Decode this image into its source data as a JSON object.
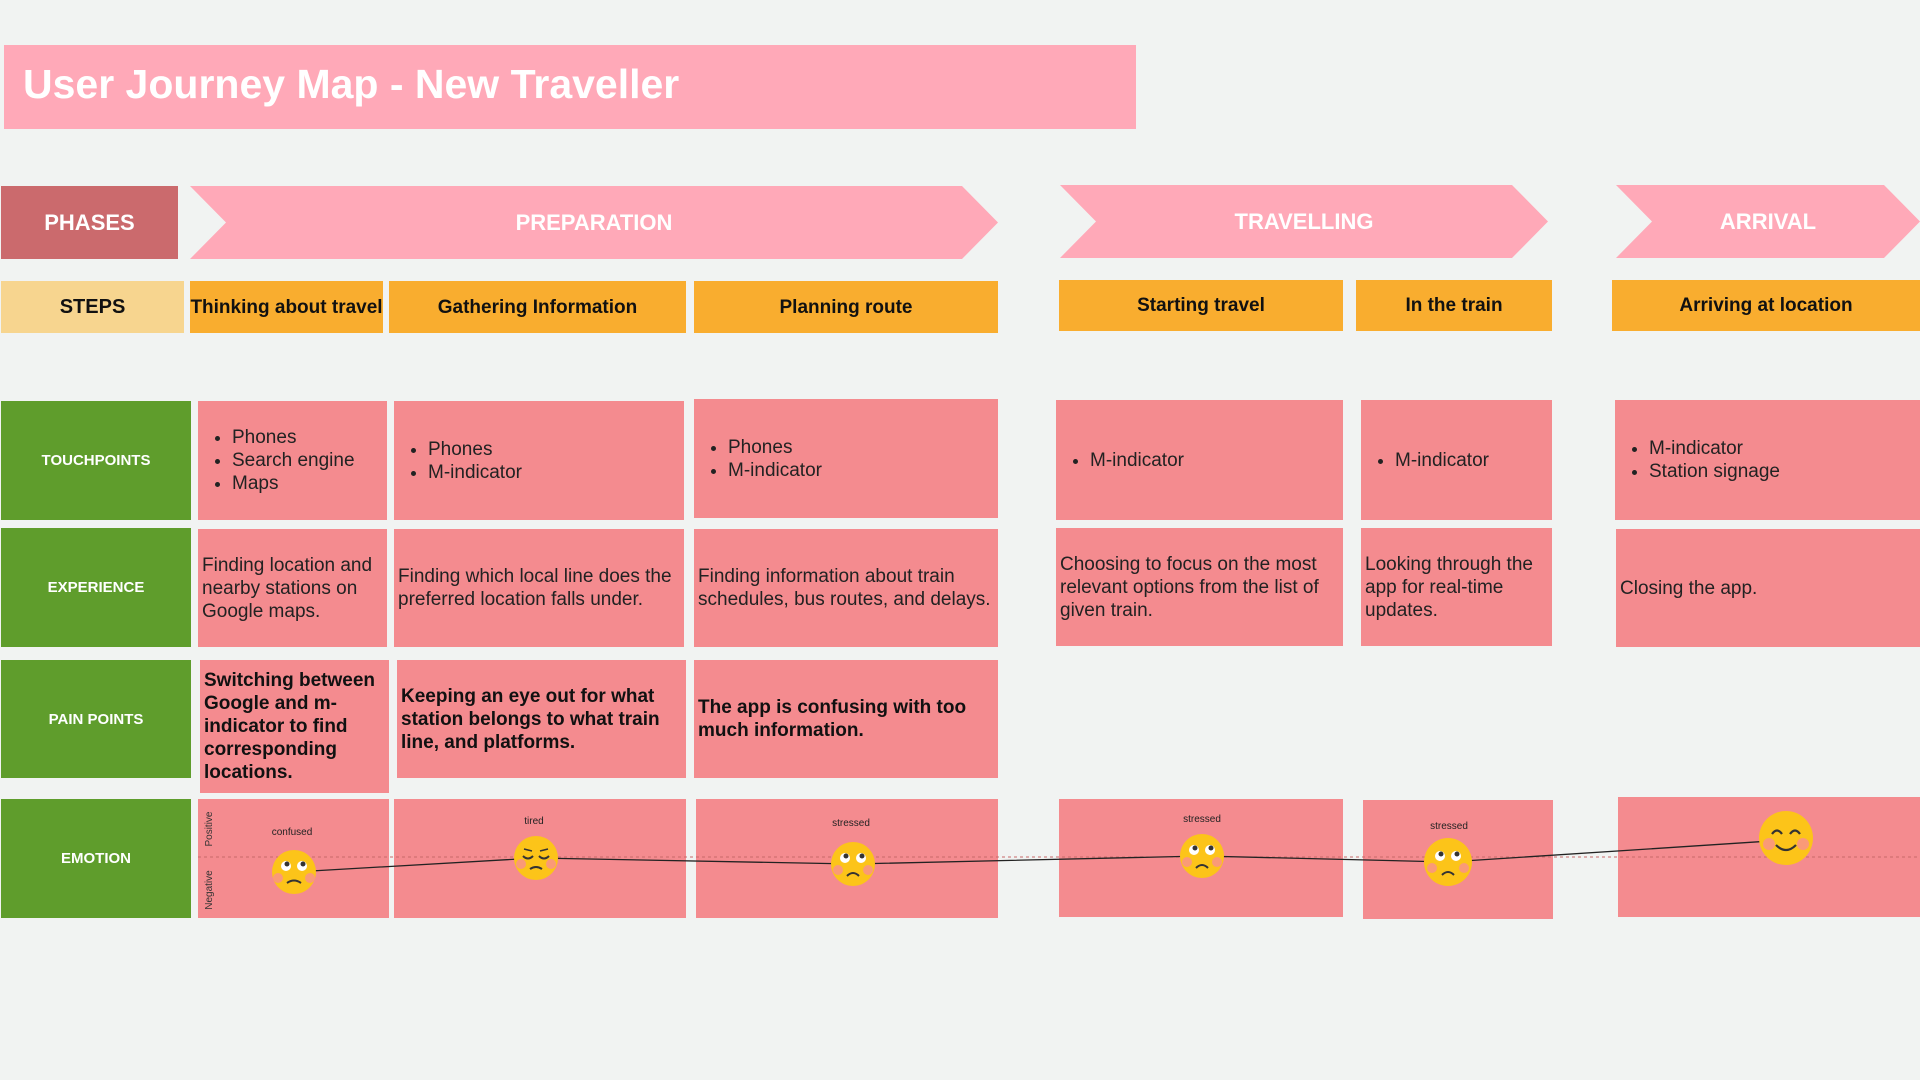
{
  "title": "User Journey Map - New Traveller",
  "labels": {
    "phases": "PHASES",
    "steps": "STEPS",
    "touchpoints": "TOUCHPOINTS",
    "experience": "EXPERIENCE",
    "pain_points": "PAIN POINTS",
    "emotion": "EMOTION",
    "positive": "Positive",
    "negative": "Negative"
  },
  "phases": [
    {
      "name": "PREPARATION"
    },
    {
      "name": "TRAVELLING"
    },
    {
      "name": "ARRIVAL"
    }
  ],
  "steps": [
    {
      "name": "Thinking about travel",
      "touchpoints": [
        "Phones",
        "Search engine",
        "Maps"
      ],
      "experience": "Finding location and nearby stations on Google maps.",
      "pain": "Switching between Google and m-indicator to find corresponding locations.",
      "emotion": "confused"
    },
    {
      "name": "Gathering Information",
      "touchpoints": [
        "Phones",
        "M-indicator"
      ],
      "experience": "Finding which local line does the preferred location falls under.",
      "pain": "Keeping an eye out for what station belongs to what train line, and platforms.",
      "emotion": "tired"
    },
    {
      "name": "Planning route",
      "touchpoints": [
        "Phones",
        "M-indicator"
      ],
      "experience": "Finding information about train schedules, bus routes, and delays.",
      "pain": "The app is confusing with too much information.",
      "emotion": "stressed"
    },
    {
      "name": "Starting travel",
      "touchpoints": [
        "M-indicator"
      ],
      "experience": "Choosing to focus on the most relevant options from the list of given train.",
      "pain": "",
      "emotion": "stressed"
    },
    {
      "name": "In the train",
      "touchpoints": [
        "M-indicator"
      ],
      "experience": "Looking through the app for real-time updates.",
      "pain": "",
      "emotion": "stressed"
    },
    {
      "name": "Arriving at location",
      "touchpoints": [
        "M-indicator",
        "Station signage"
      ],
      "experience": "Closing the app.",
      "pain": "",
      "emotion": ""
    }
  ],
  "emotion_faces": [
    "confused-face-icon",
    "tired-face-icon",
    "stressed-face-icon",
    "stressed-face-icon",
    "stressed-face-icon",
    "happy-face-icon"
  ],
  "colors": {
    "title_bg": "#ffa9b8",
    "phase_arrow": "#ffa9b8",
    "phases_label": "#cb6a6d",
    "row_label": "#5f9d2c",
    "steps_label": "#f7d58f",
    "step": "#f9ad2f",
    "card": "#f48b8f"
  }
}
